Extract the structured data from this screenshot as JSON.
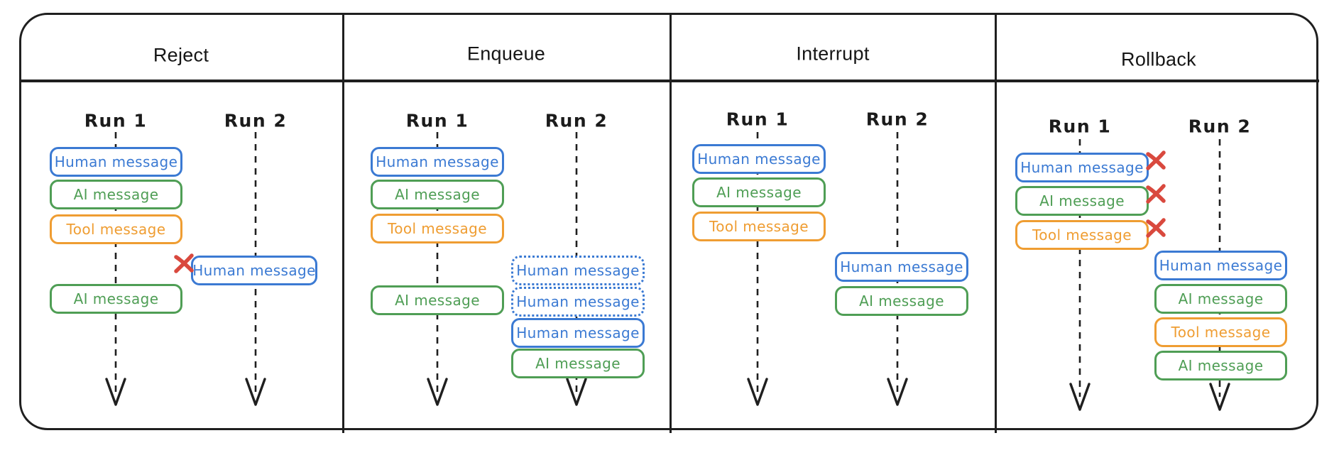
{
  "colors": {
    "human": "#3b7ad3",
    "ai": "#4f9e55",
    "tool": "#ef9d32",
    "x_mark": "#d9493e",
    "line": "#1f1f1f"
  },
  "icons": {
    "x_mark": "x-mark-icon",
    "flow_arrow": "arrow-down-icon"
  },
  "panels": [
    {
      "title": "Reject",
      "columns": [
        {
          "label": "Run 1",
          "messages": [
            {
              "text": "Human message",
              "kind": "human",
              "variant": "solid"
            },
            {
              "text": "AI message",
              "kind": "ai",
              "variant": "solid"
            },
            {
              "text": "Tool message",
              "kind": "tool",
              "variant": "solid"
            },
            {
              "text": "AI message",
              "kind": "ai",
              "variant": "solid"
            }
          ]
        },
        {
          "label": "Run 2",
          "messages": [
            {
              "text": "Human message",
              "kind": "human",
              "variant": "solid",
              "marker": "x-left"
            }
          ]
        }
      ]
    },
    {
      "title": "Enqueue",
      "columns": [
        {
          "label": "Run 1",
          "messages": [
            {
              "text": "Human message",
              "kind": "human",
              "variant": "solid"
            },
            {
              "text": "AI message",
              "kind": "ai",
              "variant": "solid"
            },
            {
              "text": "Tool message",
              "kind": "tool",
              "variant": "solid"
            },
            {
              "text": "AI message",
              "kind": "ai",
              "variant": "solid"
            }
          ]
        },
        {
          "label": "Run 2",
          "messages": [
            {
              "text": "Human message",
              "kind": "human",
              "variant": "dotted"
            },
            {
              "text": "Human message",
              "kind": "human",
              "variant": "dotted"
            },
            {
              "text": "Human message",
              "kind": "human",
              "variant": "solid"
            },
            {
              "text": "AI message",
              "kind": "ai",
              "variant": "solid"
            }
          ]
        }
      ]
    },
    {
      "title": "Interrupt",
      "columns": [
        {
          "label": "Run 1",
          "messages": [
            {
              "text": "Human message",
              "kind": "human",
              "variant": "solid"
            },
            {
              "text": "AI message",
              "kind": "ai",
              "variant": "solid"
            },
            {
              "text": "Tool message",
              "kind": "tool",
              "variant": "solid"
            }
          ]
        },
        {
          "label": "Run 2",
          "messages": [
            {
              "text": "Human message",
              "kind": "human",
              "variant": "solid"
            },
            {
              "text": "AI message",
              "kind": "ai",
              "variant": "solid"
            }
          ]
        }
      ]
    },
    {
      "title": "Rollback",
      "columns": [
        {
          "label": "Run 1",
          "messages": [
            {
              "text": "Human message",
              "kind": "human",
              "variant": "solid",
              "marker": "x-right"
            },
            {
              "text": "AI message",
              "kind": "ai",
              "variant": "solid",
              "marker": "x-right"
            },
            {
              "text": "Tool message",
              "kind": "tool",
              "variant": "solid",
              "marker": "x-right"
            }
          ]
        },
        {
          "label": "Run 2",
          "messages": [
            {
              "text": "Human message",
              "kind": "human",
              "variant": "solid"
            },
            {
              "text": "AI message",
              "kind": "ai",
              "variant": "solid"
            },
            {
              "text": "Tool message",
              "kind": "tool",
              "variant": "solid"
            },
            {
              "text": "AI message",
              "kind": "ai",
              "variant": "solid"
            }
          ]
        }
      ]
    }
  ]
}
